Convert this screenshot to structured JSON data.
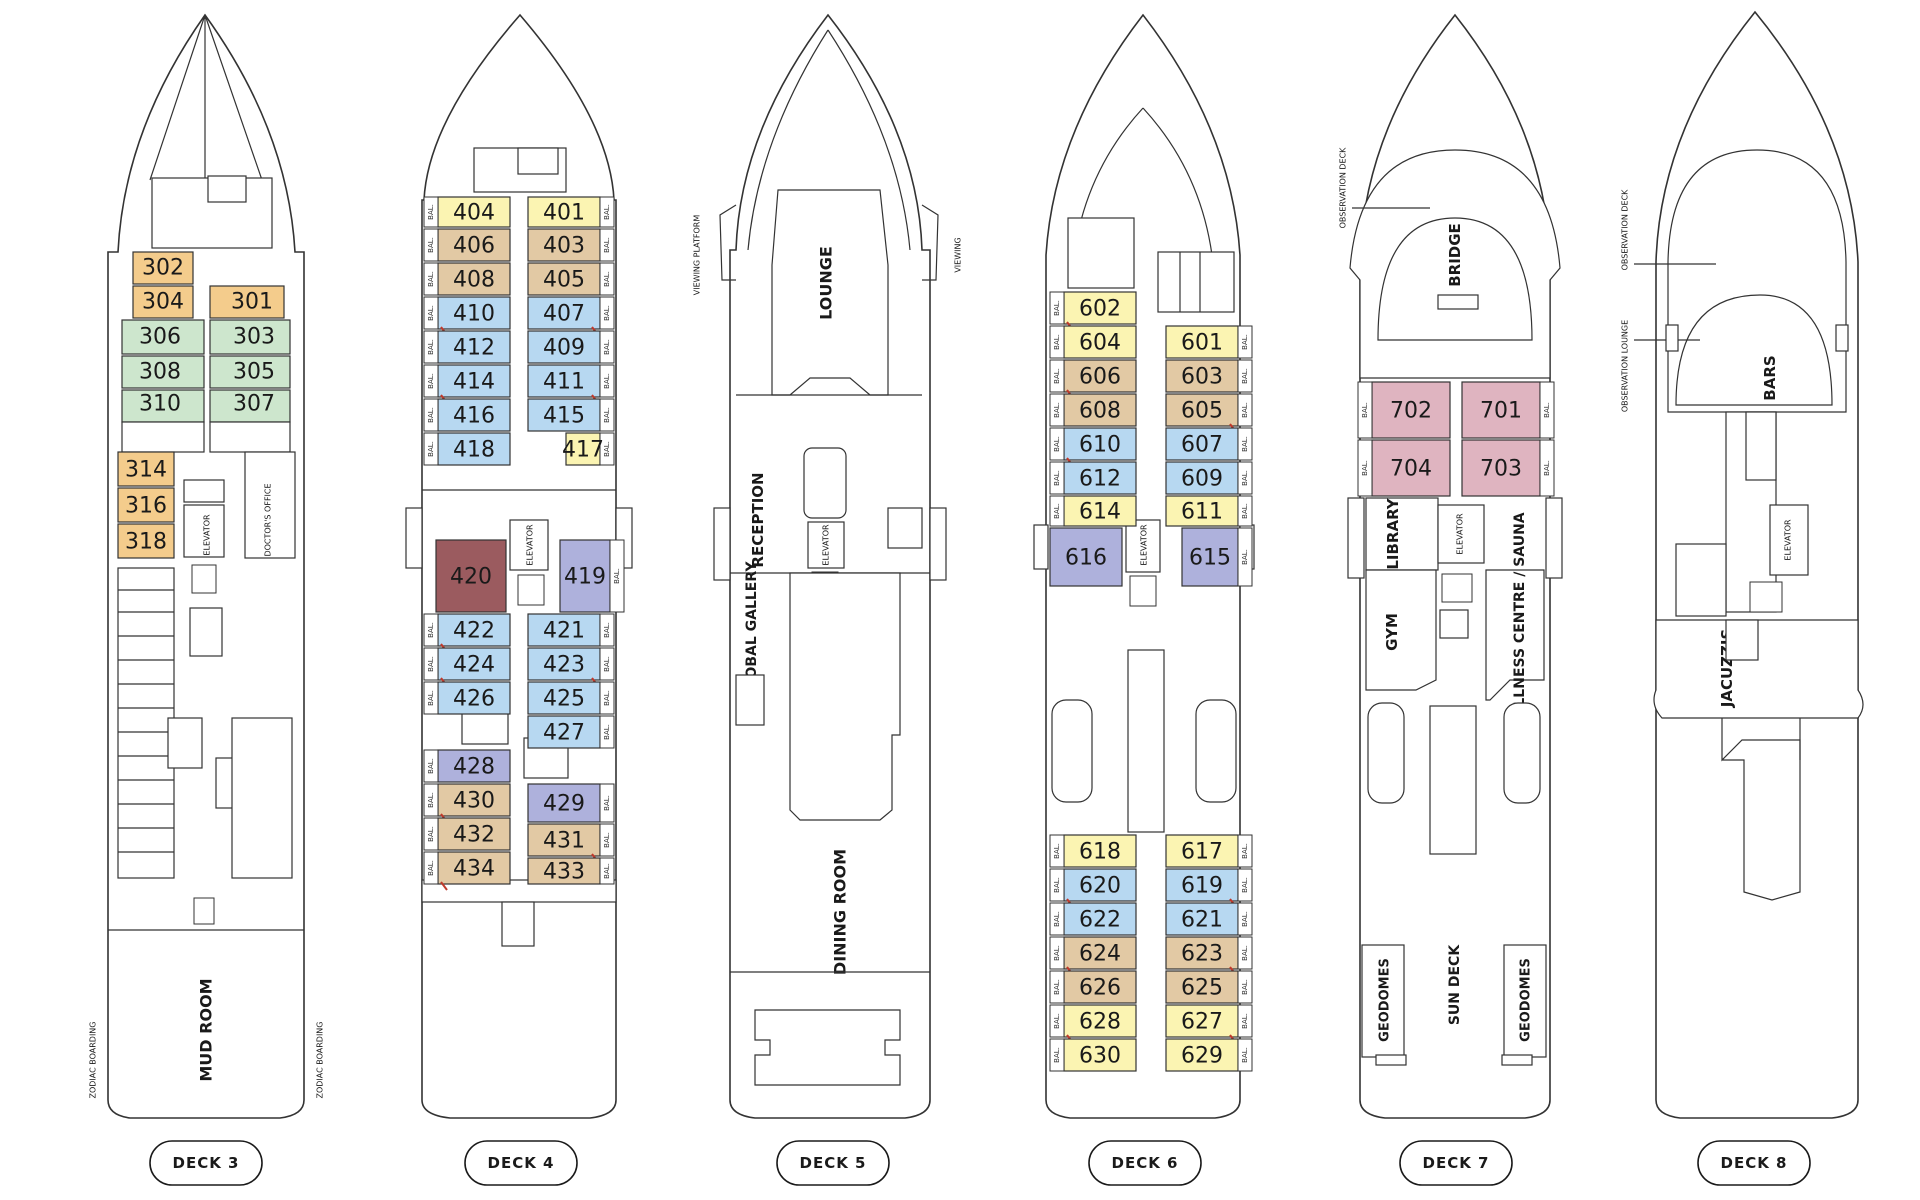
{
  "colors": {
    "tan": "#e2c9a4",
    "yellow": "#fbf4b2",
    "blue": "#b7d8f1",
    "green": "#cde6cd",
    "orange": "#f4cc8c",
    "lavender": "#aeb1dc",
    "maroon": "#9b5b5f",
    "pink": "#dfb4c0",
    "connecting": "#c0392b"
  },
  "balcony_label": "BAL.",
  "decks": {
    "d3": {
      "label": "DECK 3",
      "rooms": {
        "mud_room": "MUD ROOM",
        "elevator": "ELEVATOR",
        "doctors_office": "DOCTOR'S OFFICE",
        "zodiac_left": "ZODIAC BOARDING",
        "zodiac_right": "ZODIAC BOARDING"
      },
      "cabins": [
        "302",
        "304",
        "301",
        "306",
        "303",
        "308",
        "305",
        "310",
        "307",
        "314",
        "316",
        "318"
      ]
    },
    "d4": {
      "label": "DECK 4",
      "rooms": {
        "elevator": "ELEVATOR"
      },
      "cabins": [
        "404",
        "401",
        "406",
        "403",
        "408",
        "405",
        "410",
        "407",
        "412",
        "409",
        "414",
        "411",
        "416",
        "415",
        "418",
        "417",
        "420",
        "419",
        "422",
        "421",
        "424",
        "423",
        "426",
        "425",
        "427",
        "428",
        "429",
        "430",
        "432",
        "431",
        "434",
        "433"
      ]
    },
    "d5": {
      "label": "DECK 5",
      "rooms": {
        "lounge": "LOUNGE",
        "reception": "RECEPTION",
        "elevator": "ELEVATOR",
        "global_gallery": "GLOBAL GALLERY",
        "dining_room": "DINING ROOM",
        "viewing_platform": "VIEWING PLATFORM",
        "viewing": "VIEWING"
      }
    },
    "d6": {
      "label": "DECK 6",
      "rooms": {
        "elevator": "ELEVATOR"
      },
      "cabins": [
        "602",
        "604",
        "601",
        "606",
        "603",
        "608",
        "605",
        "610",
        "607",
        "612",
        "609",
        "614",
        "611",
        "616",
        "615",
        "618",
        "617",
        "620",
        "619",
        "622",
        "621",
        "624",
        "623",
        "626",
        "625",
        "628",
        "627",
        "630",
        "629"
      ]
    },
    "d7": {
      "label": "DECK 7",
      "rooms": {
        "observation_deck": "OBSERVATION DECK",
        "bridge": "BRIDGE",
        "library": "LIBRARY",
        "elevator": "ELEVATOR",
        "gym": "GYM",
        "wellness": "WELLNESS CENTRE / SAUNA",
        "geodomes_left": "GEODOMES",
        "sun_deck": "SUN DECK",
        "geodomes_right": "GEODOMES"
      },
      "cabins": [
        "702",
        "701",
        "704",
        "703"
      ]
    },
    "d8": {
      "label": "DECK 8",
      "rooms": {
        "observation_deck": "OBSERVATION DECK",
        "observation_lounge": "OBSERVATION LOUNGE",
        "bars": "BARS",
        "elevator": "ELEVATOR",
        "jacuzzis": "JACUZZIS"
      }
    }
  }
}
